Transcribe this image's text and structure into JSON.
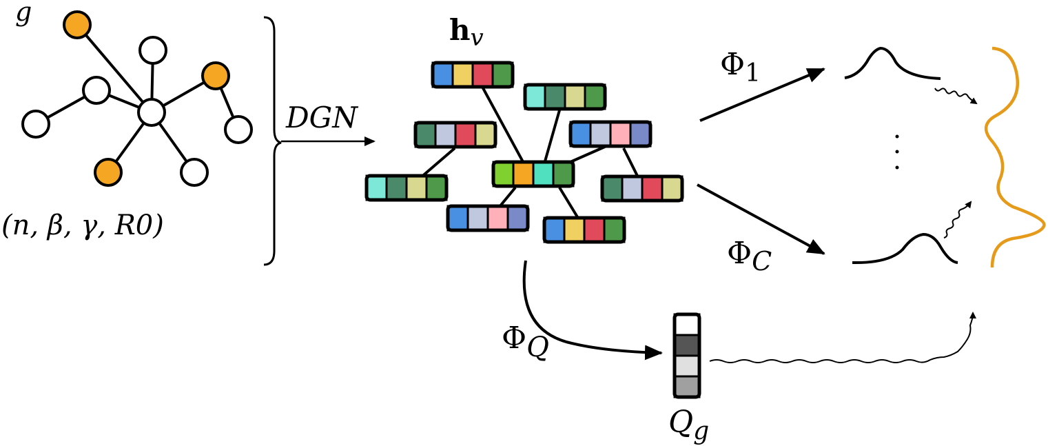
{
  "graph": {
    "label": "g",
    "params_text": "(n,  β,  γ,  R0)",
    "node_fill_highlight": "#f5a623",
    "node_fill_default": "#ffffff"
  },
  "dgn_label": "DGN",
  "embedding_label_main": "h",
  "embedding_label_sub": "v",
  "heads": [
    {
      "symbol": "Φ",
      "sub": "1"
    },
    {
      "symbol": "Φ",
      "sub": "C"
    },
    {
      "symbol": "Φ",
      "sub": "Q"
    }
  ],
  "quantile": {
    "symbol": "Q",
    "sub": "g"
  },
  "colors": {
    "mixture_curve": "#e69a1a",
    "feature_palette": [
      "#4a90e2",
      "#f0d060",
      "#e04a5a",
      "#4f9a4a",
      "#7de8d8",
      "#4a8a6a",
      "#d8d890",
      "#c0c8e0",
      "#ffb0b8",
      "#7a8ac8",
      "#80d030",
      "#f5a623",
      "#50e0c0"
    ],
    "quantile_cells": [
      "#ffffff",
      "#555555",
      "#e0e0e0",
      "#a0a0a0"
    ]
  }
}
